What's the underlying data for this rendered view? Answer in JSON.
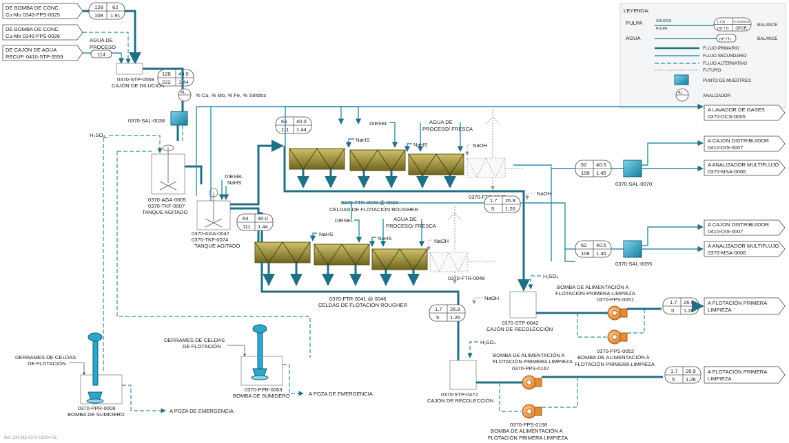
{
  "title_banner": "Ref: 220-M5-0370-01004-R5",
  "legend": {
    "title": "LEYENDA:",
    "pulpa": "PULPA",
    "agua": "AGUA",
    "solidos": "SÓLIDOS",
    "pulpa_small": "PULPA",
    "th": "t / h",
    "m3h": "m³ / h",
    "m3h2": "m³ / h",
    "pct": "% SÓLIDOS",
    "spgr": "SPGR",
    "balance1": "BALANCE",
    "balance2": "BALANCE",
    "primario": "FLUJO PRIMARIO",
    "secundario": "FLUJO SECUNDARIO",
    "alternativo": "FLUJO ALTERNATIVO",
    "futuro": "FUTURO",
    "muestreo": "PUNTO DE MUESTREO",
    "analizador": "ANALIZADOR",
    "al": "AL"
  },
  "inputs": {
    "in1_a": "DE BOMBA DE CONC.",
    "in1_b": "Cu-Mo 0340-PPS-0025",
    "in2_a": "DE BOMBA DE CONC.",
    "in2_b": "Cu-Mo 0340-PPS-0026",
    "in3_a": "DE CAJÓN DE AGUA",
    "in3_b": "RECUP. 0410-STP-0559",
    "agua_proceso_a": "AGUA DE",
    "agua_proceso_b": "PROCESO"
  },
  "balances": {
    "b1": [
      "128",
      "62",
      "108",
      "1.91"
    ],
    "b2": [
      "114"
    ],
    "b3": [
      "128",
      "40.0",
      "222",
      "1.44"
    ],
    "b4": [
      "64",
      "40.0",
      "111",
      "1.44"
    ],
    "b5": [
      "64",
      "40.0",
      "111",
      "1.44"
    ],
    "b6": [
      "1.7",
      "26.9",
      "5",
      "1.26"
    ],
    "b7": [
      "1.7",
      "26.9",
      "5",
      "1.26"
    ],
    "b8": [
      "62",
      "40.5",
      "106",
      "1.45"
    ],
    "b9": [
      "62",
      "40.5",
      "106",
      "1.45"
    ],
    "b10": [
      "1.7",
      "26.9",
      "5",
      "1.26"
    ],
    "b11": [
      "1.7",
      "26.9",
      "5",
      "1.26"
    ]
  },
  "equipment": {
    "stp0558_a": "0370-STP-0558",
    "stp0558_b": "CAJÓN DE DILUCIÓN",
    "al_note": "% Cu, % Mo, % Fe, % Sólidos",
    "sal0038": "0370-SAL-0038",
    "h2so4": "H₂SO₄",
    "aga0005_a": "0370-AGA-0005",
    "aga0005_b": "0370-TKF-0007",
    "aga0005_c": "TANQUE AGITADO",
    "aga0047_a": "0370-AGA-0047",
    "aga0047_b": "0370-TKF-0074",
    "aga0047_c": "TANQUE AGITADO",
    "diesel": "DIESEL",
    "nahs": "NaHS",
    "ftr1_a": "0370-FTR-0029 @ 0034",
    "ftr1_b": "CELDAS DE FLOTACIÓN ROUGHER",
    "ftr0047": "0370-FTR-0047",
    "ftr2_a": "0370-FTR-0041 @ 0046",
    "ftr2_b": "CELDAS DE FLOTACIÓN ROUGHER",
    "ftr0048": "0370-FTR-0048",
    "agua_pf_a": "AGUA DE",
    "agua_pf_b": "PROCESO/ FRESCA",
    "naoh": "NaOH",
    "sal0070": "0370-SAL-0070",
    "sal0055": "0370-SAL-0055",
    "stp0042_a": "0370-STP-0042",
    "stp0042_b": "CAJÓN DE RECOLECCIÓN",
    "stp0472_a": "0370-STP-0472",
    "stp0472_b": "CAJÓN DE RECOLECCIÓN",
    "pps0051_a": "BOMBA DE ALIMENTACIÓN A",
    "pps0051_b": "FLOTACIÓN PRIMERA LIMPIEZA",
    "pps0051_c": "0370-PPS-0051",
    "pps0052_a": "0370-PPS-0052",
    "pps0052_b": "BOMBA DE ALIMENTACIÓN A",
    "pps0052_c": "FLOTACIÓN PRIMERA LIMPIEZA",
    "pps0167_a": "BOMBA DE ALIMENTACIÓN A",
    "pps0167_b": "FLOTACIÓN PRIMERA LIMPIEZA",
    "pps0167_c": "0370-PPS-0167",
    "pps0168_a": "0370-PPS-0168",
    "pps0168_b": "BOMBA DE ALIMENTACIÓN A",
    "pps0168_c": "FLOTACIÓN PRIMERA LIMPIEZA",
    "derrames1_a": "DERRAMES DE CELDAS",
    "derrames1_b": "DE FLOTACIÓN",
    "derrames2_a": "DERRAMES DE CELDAS",
    "derrames2_b": "DE FLOTACIÓN",
    "ppr0008_a": "0370-PPR-0008",
    "ppr0008_b": "BOMBA DE SUMIDERO",
    "ppr0063_a": "0370-PPR-0063",
    "ppr0063_b": "BOMBA DE SUMIDERO",
    "poza1": "A POZA DE EMERGENCIA",
    "poza2": "A POZA DE EMERGENCIA"
  },
  "outputs": {
    "lavador_a": "A LAVADOR DE GASES",
    "lavador_b": "0370-DCS-0005",
    "cajon1_a": "A CAJON DISTRIBUIDOR",
    "cajon1_b": "0410-DIS-0007",
    "analiz1_a": "A ANALIZADOR MULTIFLUJO",
    "analiz1_b": "0370-MSA-0006",
    "cajon2_a": "A CAJON DISTRIBUIDOR",
    "cajon2_b": "0410-DIS-0007",
    "analiz2_a": "A ANALIZADOR MULTIFLUJO",
    "analiz2_b": "0370-MSA-0006",
    "flot1_a": "A FLOTACIÓN PRIMERA",
    "flot1_b": "LIMPIEZA",
    "flot2_a": "A FLOTACIÓN PRIMERA",
    "flot2_b": "LIMPIEZA"
  }
}
